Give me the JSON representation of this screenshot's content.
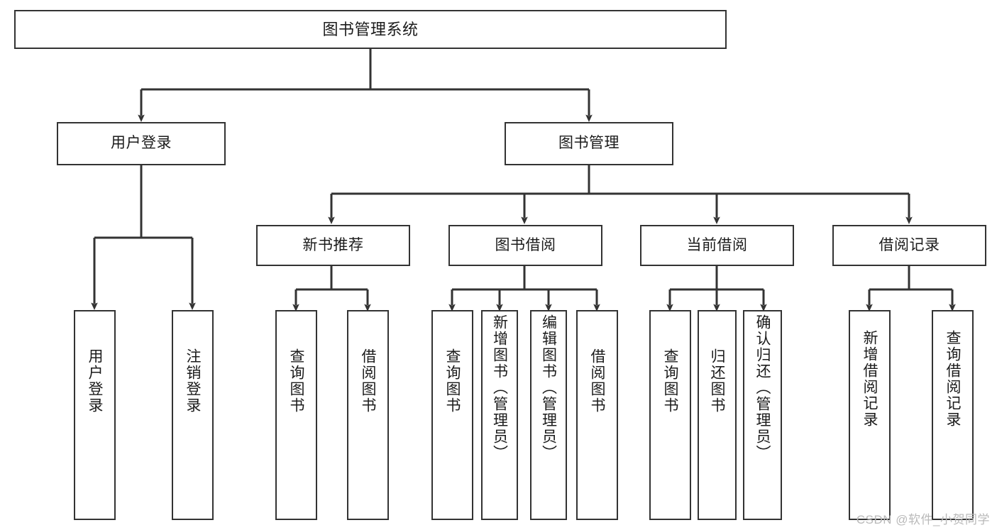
{
  "diagram": {
    "type": "tree",
    "title": "图书管理系统",
    "orientation": "top-down",
    "colors": {
      "box_border": "#333333",
      "box_fill": "#ffffff",
      "connector": "#333333",
      "text": "#1b1b1b",
      "watermark": "#b9b9b9",
      "background": "#ffffff"
    },
    "nodes": {
      "root": {
        "label": "图书管理系统"
      },
      "level2": [
        {
          "id": "user-login",
          "label": "用户登录"
        },
        {
          "id": "book-manage",
          "label": "图书管理"
        }
      ],
      "level3": [
        {
          "id": "new-book-recommend",
          "label": "新书推荐"
        },
        {
          "id": "book-borrow",
          "label": "图书借阅"
        },
        {
          "id": "current-borrow",
          "label": "当前借阅"
        },
        {
          "id": "borrow-record",
          "label": "借阅记录"
        }
      ],
      "leaves": {
        "user_login": [
          {
            "id": "leaf-user-login",
            "label": "用户登录"
          },
          {
            "id": "leaf-logout-login",
            "label": "注销登录"
          }
        ],
        "new_book_recommend": [
          {
            "id": "leaf-query-book-1",
            "label": "查询图书"
          },
          {
            "id": "leaf-borrow-book-1",
            "label": "借阅图书"
          }
        ],
        "book_borrow": [
          {
            "id": "leaf-query-book-2",
            "label": "查询图书"
          },
          {
            "id": "leaf-add-book",
            "label": "新增图书（管理员）"
          },
          {
            "id": "leaf-edit-book",
            "label": "编辑图书（管理员）"
          },
          {
            "id": "leaf-borrow-book-2",
            "label": "借阅图书"
          }
        ],
        "current_borrow": [
          {
            "id": "leaf-query-book-3",
            "label": "查询图书"
          },
          {
            "id": "leaf-return-book",
            "label": "归还图书"
          },
          {
            "id": "leaf-confirm-return",
            "label": "确认归还（管理员）"
          }
        ],
        "borrow_record": [
          {
            "id": "leaf-add-borrow-record",
            "label": "新增借阅记录"
          },
          {
            "id": "leaf-query-borrow-record",
            "label": "查询借阅记录"
          }
        ]
      }
    },
    "watermark": "CSDN @软件_小贺同学"
  }
}
